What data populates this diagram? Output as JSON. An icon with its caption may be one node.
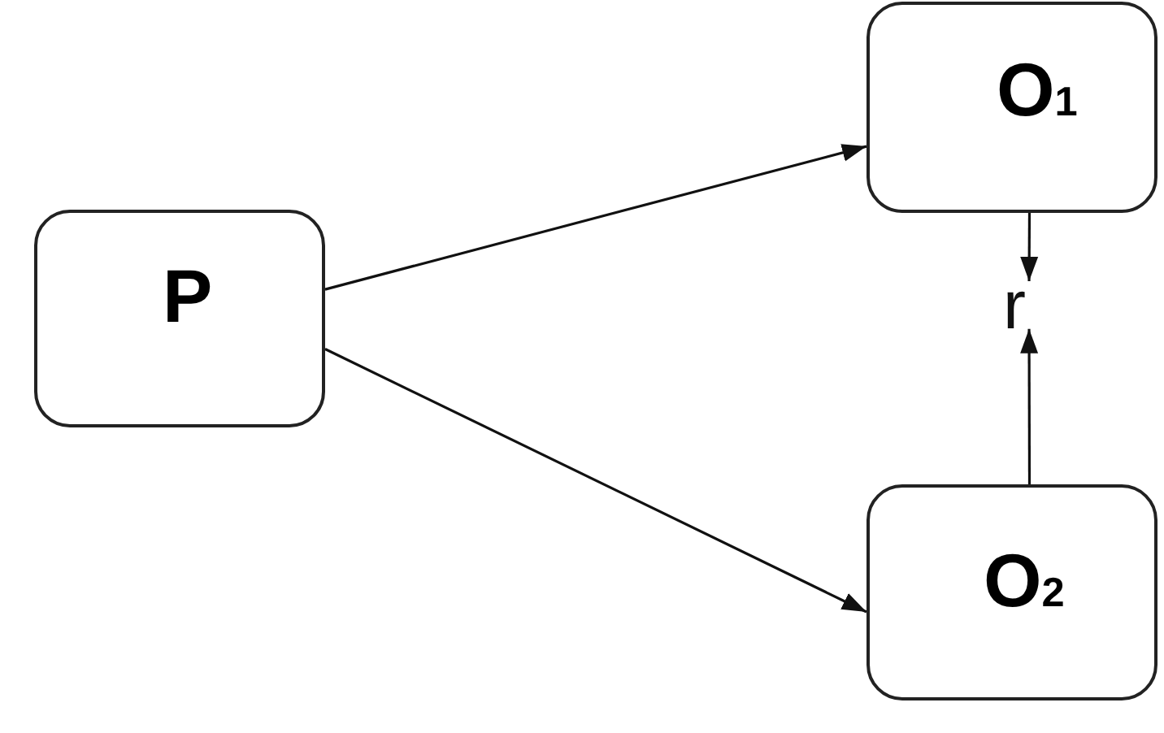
{
  "diagram": {
    "nodes": [
      {
        "text": [
          "P"
        ]
      },
      {
        "text": [
          "O$_{1}$"
        ]
      },
      {
        "text": [
          "O$_{2}$"
        ]
      },
      {
        "text": [
          "r"
        ]
      }
    ],
    "edges": [
      {
        "from": 0,
        "to": 1,
        "arrow": "to"
      },
      {
        "from": 0,
        "to": 2,
        "arrow": "to"
      },
      {
        "from": 1,
        "to": 3,
        "arrow": "to"
      },
      {
        "from": 2,
        "to": 3,
        "arrow": "to"
      }
    ]
  }
}
